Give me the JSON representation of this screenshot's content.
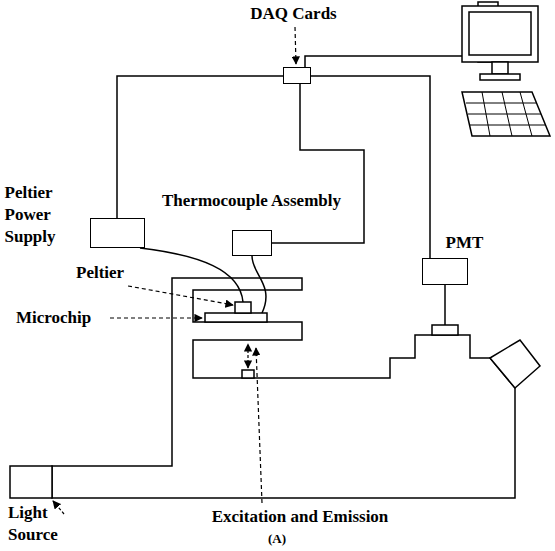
{
  "diagram": {
    "nodes": [
      {
        "text": [
          "DAQ Cards"
        ]
      },
      {
        "text": [
          "Peltier Power Supply"
        ]
      },
      {
        "text": [
          "Thermocouple Assembly"
        ]
      },
      {
        "text": [
          "PMT"
        ]
      }
    ],
    "edges": [
      {
        "from": 0,
        "to": 1,
        "arrow": "none"
      },
      {
        "from": 0,
        "to": 2,
        "arrow": "none"
      },
      {
        "from": 0,
        "to": 3,
        "arrow": "none"
      }
    ],
    "labels": [
      "Peltier",
      "Microchip",
      "Light Source",
      "Excitation and Emission",
      "(A)"
    ]
  }
}
